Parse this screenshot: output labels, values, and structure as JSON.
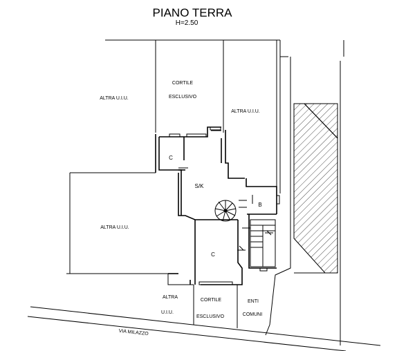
{
  "title": "PIANO TERRA",
  "subtitle": "H=2.50",
  "rooms": {
    "altra_uiu_top_left": "ALTRA U.I.U.",
    "cortile_top_1": "CORTILE",
    "cortile_top_2": "ESCLUSIVO",
    "altra_uiu_top_right": "ALTRA U.I.U.",
    "room_c_top": "C",
    "room_sk": "S/K",
    "room_b": "B",
    "altra_uiu_left": "ALTRA U.I.U.",
    "room_c_bottom": "C",
    "altra_bottom_1": "ALTRA",
    "altra_bottom_2": "U.I.U.",
    "cortile_bottom_1": "CORTILE",
    "cortile_bottom_2": "ESCLUSIVO",
    "enti_1": "ENTI",
    "enti_2": "COMUNI"
  },
  "street": "VIA  MILAZZO"
}
